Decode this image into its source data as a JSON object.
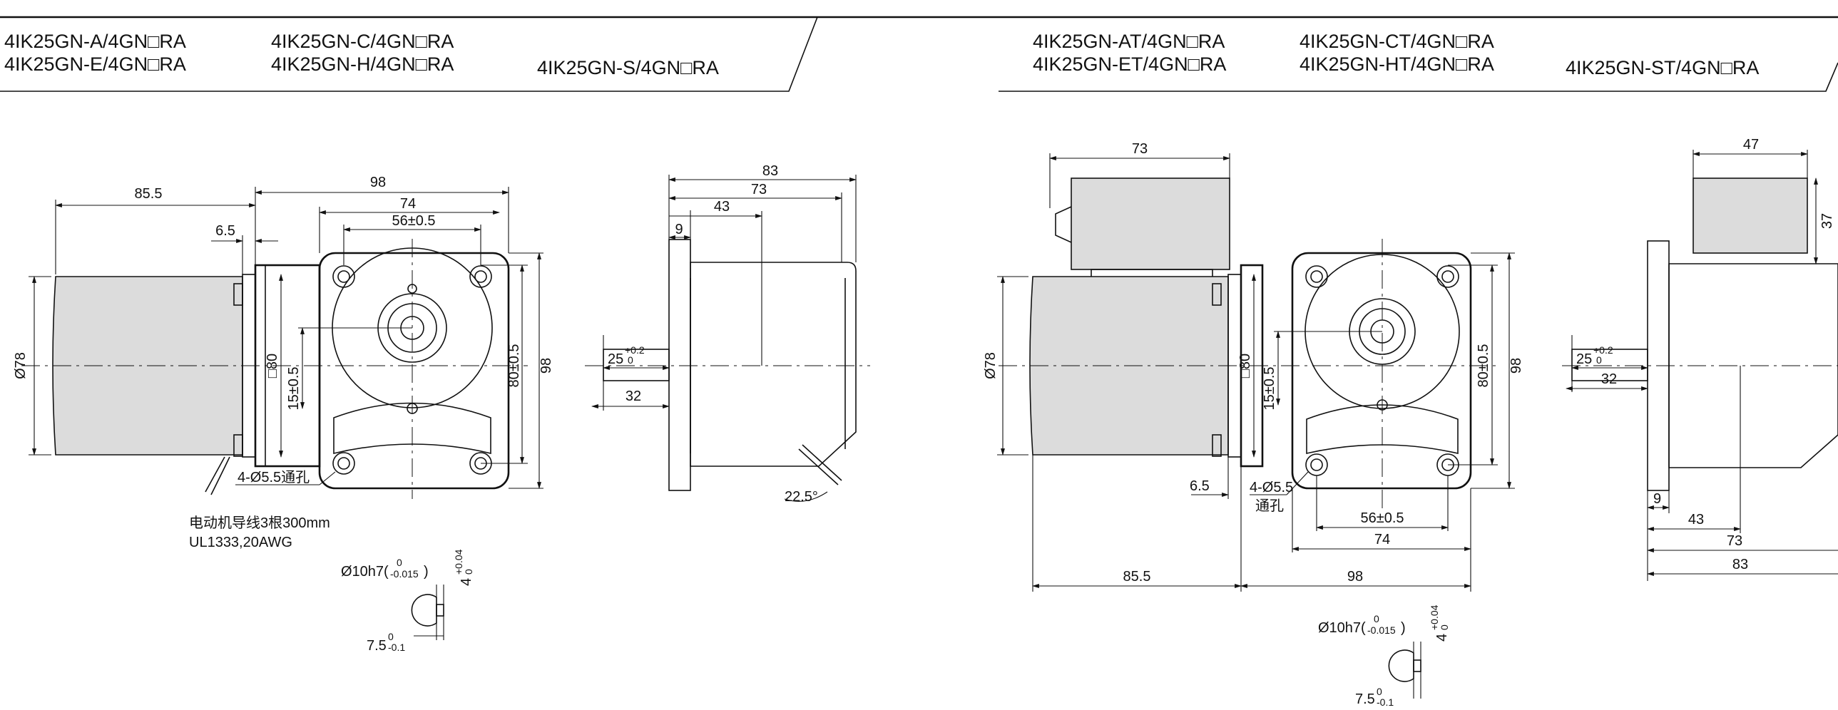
{
  "headers": {
    "left": {
      "r1c1": "4IK25GN-A/4GN□RA",
      "r1c2": "4IK25GN-C/4GN□RA",
      "r2c1": "4IK25GN-E/4GN□RA",
      "r2c2": "4IK25GN-H/4GN□RA",
      "r2c3": "4IK25GN-S/4GN□RA"
    },
    "right": {
      "r1c1": "4IK25GN-AT/4GN□RA",
      "r1c2": "4IK25GN-CT/4GN□RA",
      "r2c1": "4IK25GN-ET/4GN□RA",
      "r2c2": "4IK25GN-HT/4GN□RA",
      "r2c3": "4IK25GN-ST/4GN□RA"
    }
  },
  "left_front": {
    "d_85_5": "85.5",
    "d_98": "98",
    "d_74": "74",
    "d_56": "56±0.5",
    "d_6_5": "6.5",
    "d_78": "Ø78",
    "d_80sq": "□80",
    "d_15": "15±0.5",
    "d_80h": "80±0.5",
    "d_98h": "98",
    "d_holes": "4-Ø5.5通孔",
    "lead_note_1": "电动机导线3根300mm",
    "lead_note_2": "UL1333,20AWG"
  },
  "left_side": {
    "d_83": "83",
    "d_73": "73",
    "d_43": "43",
    "d_9": "9",
    "d_25": "25",
    "d_25_tol_up": "+0.2",
    "d_25_tol_lo": "0",
    "d_32": "32",
    "d_angle": "22.5°"
  },
  "left_shaft": {
    "dia": "Ø10h7(",
    "dia_tol_up": "0",
    "dia_tol_lo": "-0.015",
    "dia_close": ")",
    "key": "4",
    "key_tol_up": "+0.04",
    "key_tol_lo": "0",
    "flat": "7.5",
    "flat_tol_up": "0",
    "flat_tol_lo": "-0.1"
  },
  "right_front": {
    "d_73": "73",
    "d_78": "Ø78",
    "d_80sq": "□80",
    "d_15": "15±0.5",
    "d_80h": "80±0.5",
    "d_98h": "98",
    "d_6_5": "6.5",
    "d_holes_1": "4-Ø5.5",
    "d_holes_2": "通孔",
    "d_56": "56±0.5",
    "d_74": "74",
    "d_85_5": "85.5",
    "d_98": "98"
  },
  "right_side": {
    "d_47": "47",
    "d_37": "37",
    "d_25": "25",
    "d_25_tol_up": "+0.2",
    "d_25_tol_lo": "0",
    "d_32": "32",
    "d_9": "9",
    "d_43": "43",
    "d_73": "73",
    "d_83": "83"
  },
  "right_shaft": {
    "dia": "Ø10h7(",
    "dia_tol_up": "0",
    "dia_tol_lo": "-0.015",
    "dia_close": ")",
    "key": "4",
    "key_tol_up": "+0.04",
    "key_tol_lo": "0",
    "flat": "7.5",
    "flat_tol_up": "0",
    "flat_tol_lo": "-0.1"
  }
}
